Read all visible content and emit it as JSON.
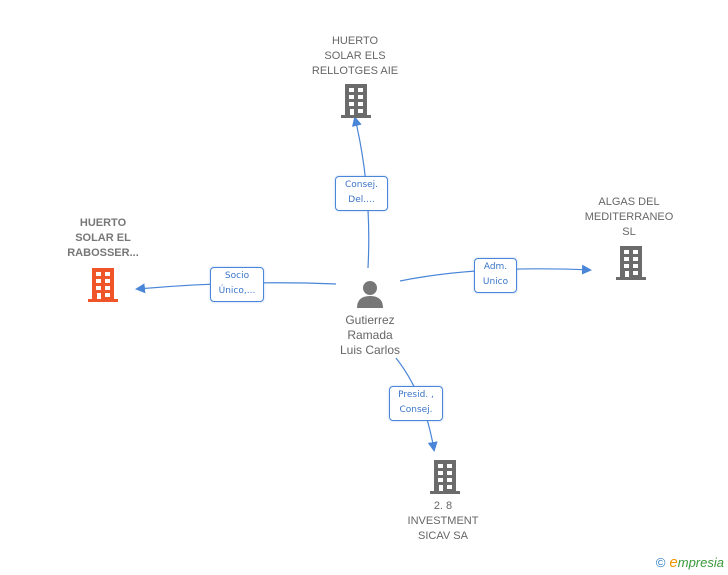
{
  "center_person": {
    "name_lines": [
      "Gutierrez",
      "Ramada",
      "Luis Carlos"
    ],
    "icon": "person-icon"
  },
  "companies": [
    {
      "id": "huerto-els-rellotges",
      "name_lines": [
        "HUERTO",
        "SOLAR ELS",
        "RELLOTGES AIE"
      ],
      "highlight": false,
      "icon": "building-icon",
      "color": "#6b6b6b"
    },
    {
      "id": "huerto-el-rabosser",
      "name_lines": [
        "HUERTO",
        "SOLAR EL",
        "RABOSSER..."
      ],
      "highlight": true,
      "icon": "building-icon",
      "color": "#f0552a"
    },
    {
      "id": "algas-del-mediterraneo",
      "name_lines": [
        "ALGAS DEL",
        "MEDITERRANEO",
        "SL"
      ],
      "highlight": false,
      "icon": "building-icon",
      "color": "#6b6b6b"
    },
    {
      "id": "2-8-investment",
      "name_lines": [
        "2. 8",
        "INVESTMENT",
        "SICAV SA"
      ],
      "highlight": false,
      "icon": "building-icon",
      "color": "#6b6b6b"
    }
  ],
  "relations": [
    {
      "target": "huerto-els-rellotges",
      "label_lines": [
        "Consej.",
        "Del...."
      ]
    },
    {
      "target": "huerto-el-rabosser",
      "label_lines": [
        "Socio",
        "Único,..."
      ]
    },
    {
      "target": "algas-del-mediterraneo",
      "label_lines": [
        "Adm.",
        "Unico"
      ]
    },
    {
      "target": "2-8-investment",
      "label_lines": [
        "Presid. ,",
        "Consej."
      ]
    }
  ],
  "colors": {
    "edge": "#4a86d8",
    "building": "#6b6b6b",
    "highlight": "#f0552a",
    "person": "#777777"
  },
  "footer": {
    "copyright_symbol": "©",
    "brand_initial": "e",
    "brand_rest": "mpresia"
  }
}
